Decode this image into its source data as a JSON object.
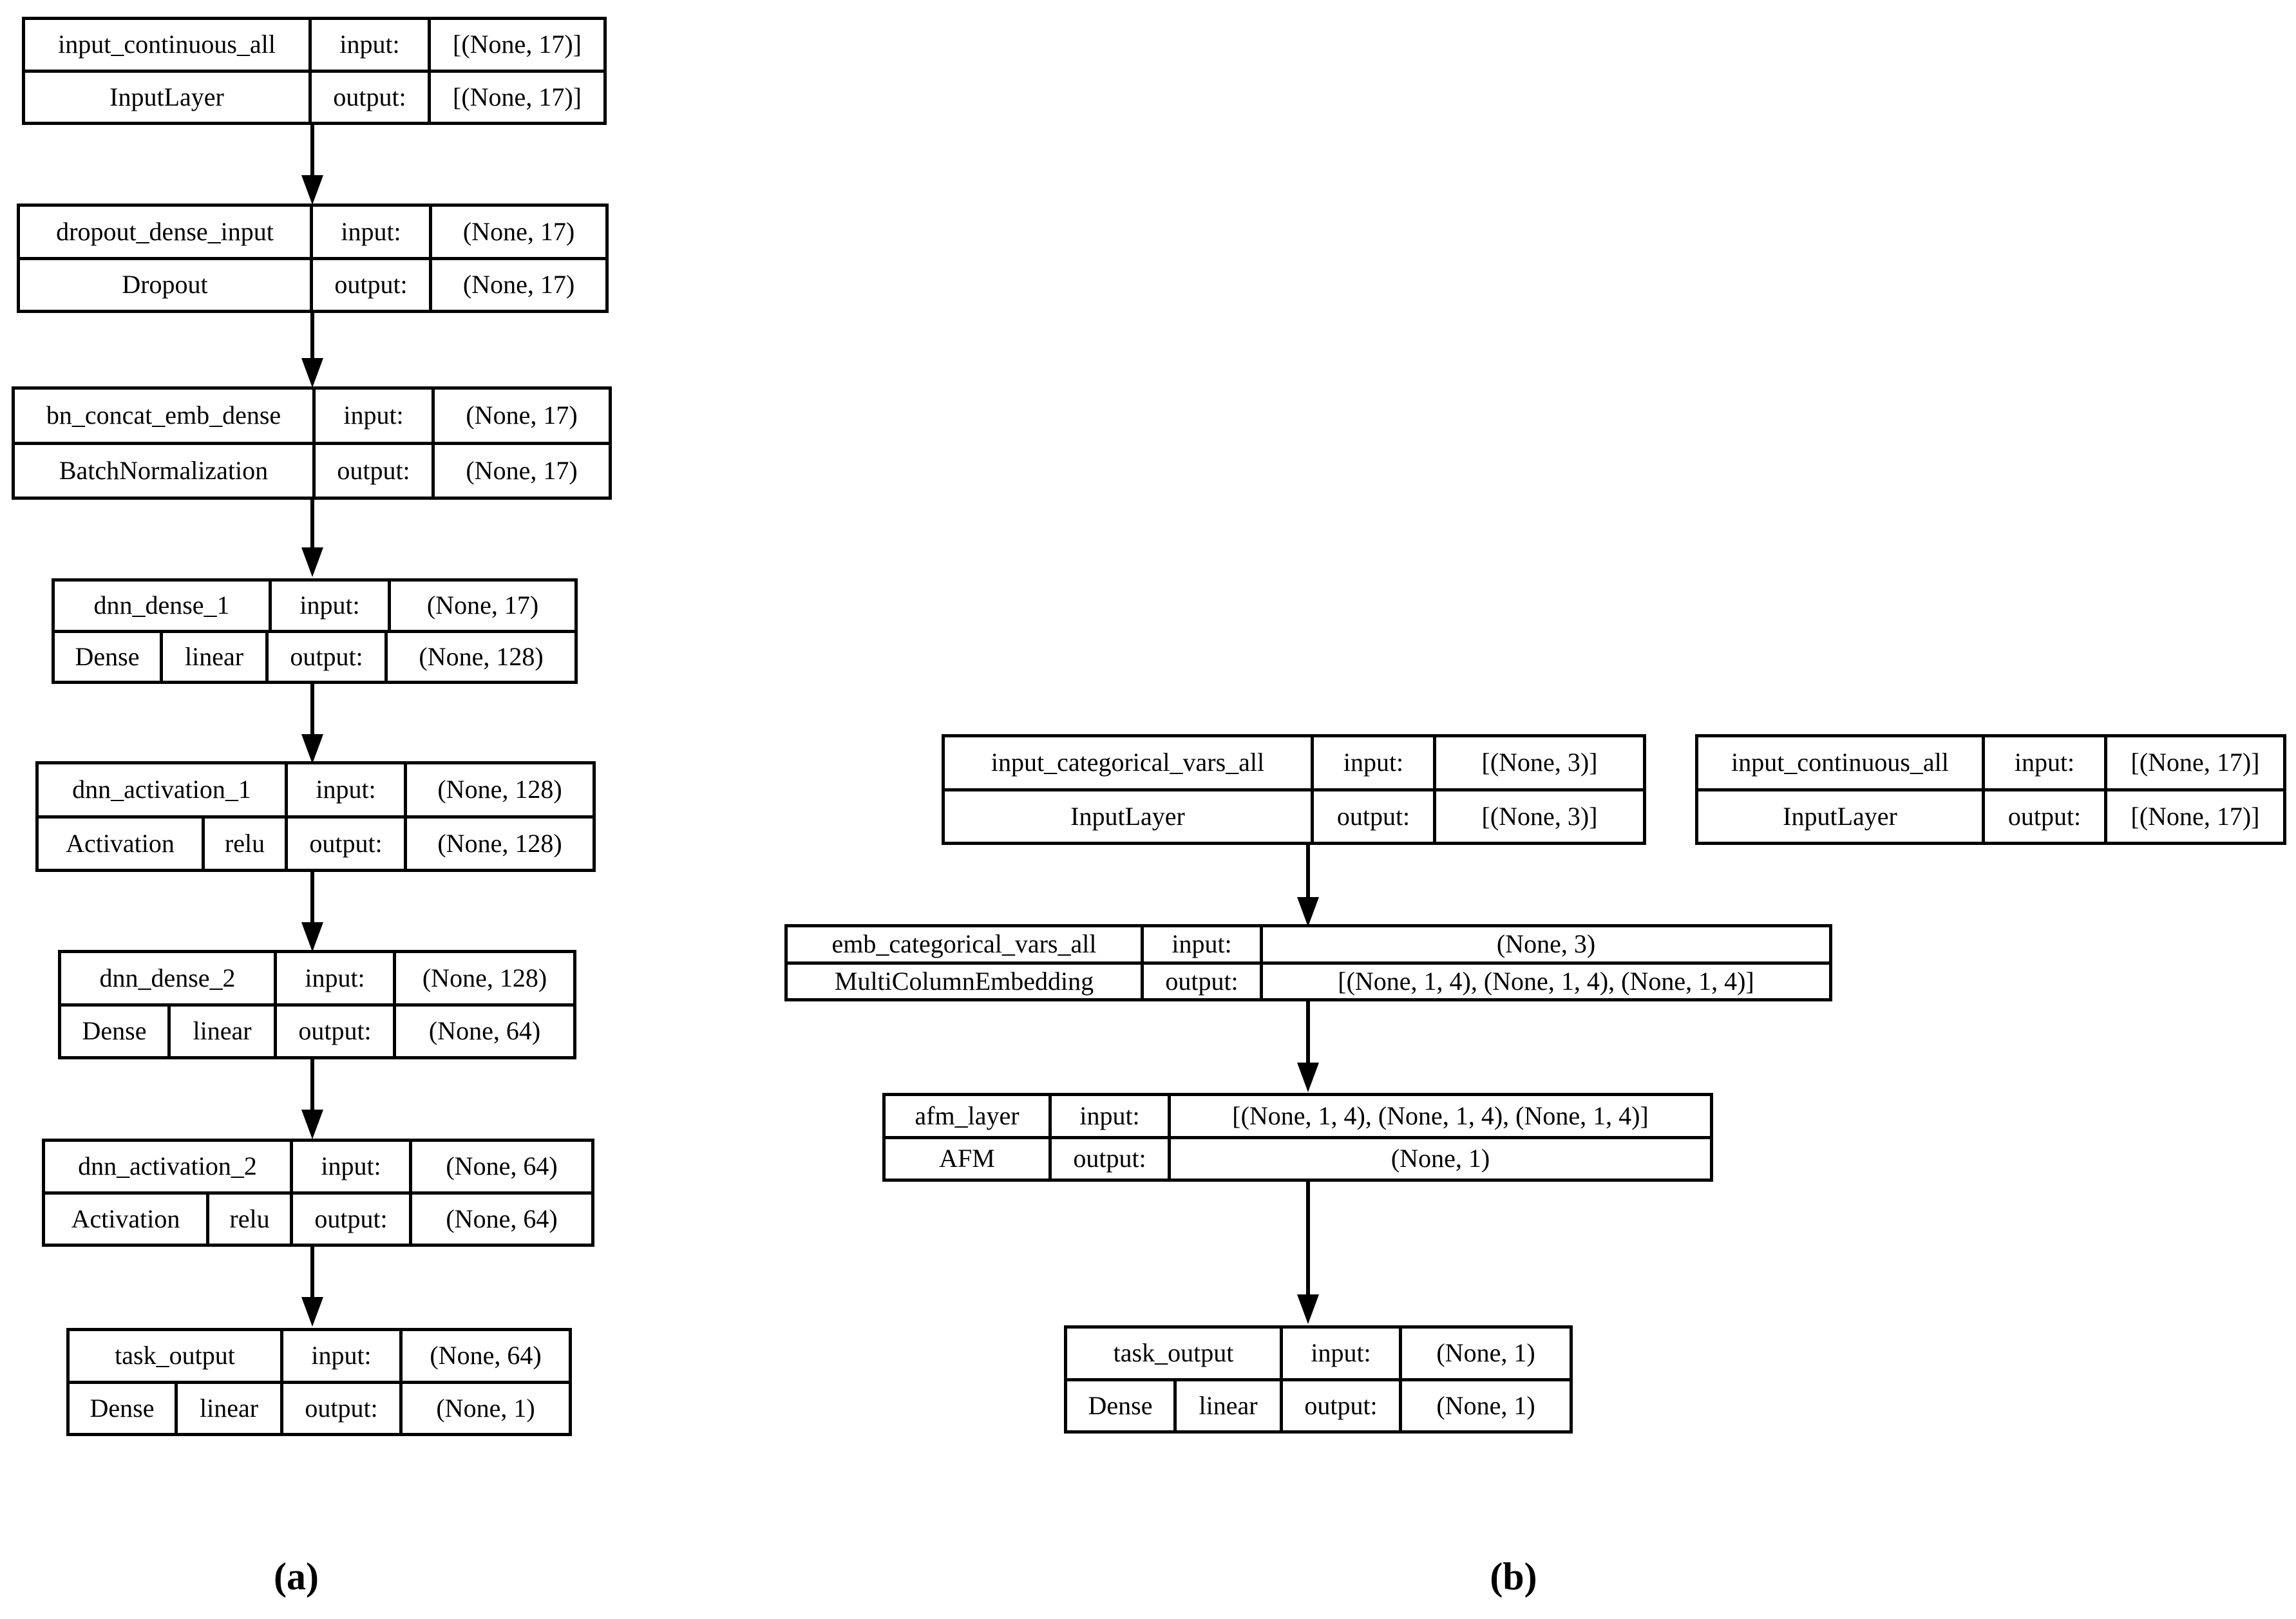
{
  "figure": {
    "type": "neural-network-architecture-diagram",
    "background_color": "#ffffff",
    "line_color": "#000000",
    "panels": [
      {
        "id": "a",
        "caption": "(a)"
      },
      {
        "id": "b",
        "caption": "(b)"
      }
    ]
  },
  "labels": {
    "input": "input:",
    "output": "output:",
    "caption_a": "(a)",
    "caption_b": "(b)"
  },
  "panel_a": {
    "caption": "(a)",
    "nodes": [
      {
        "id": "input_continuous_all",
        "name": "input_continuous_all",
        "class_name": "InputLayer",
        "activation": null,
        "input_label": "input:",
        "output_label": "output:",
        "input_shape": "[(None, 17)]",
        "output_shape": "[(None, 17)]"
      },
      {
        "id": "dropout_dense_input",
        "name": "dropout_dense_input",
        "class_name": "Dropout",
        "activation": null,
        "input_label": "input:",
        "output_label": "output:",
        "input_shape": "(None, 17)",
        "output_shape": "(None, 17)"
      },
      {
        "id": "bn_concat_emb_dense",
        "name": "bn_concat_emb_dense",
        "class_name": "BatchNormalization",
        "activation": null,
        "input_label": "input:",
        "output_label": "output:",
        "input_shape": "(None, 17)",
        "output_shape": "(None, 17)"
      },
      {
        "id": "dnn_dense_1",
        "name": "dnn_dense_1",
        "class_name": "Dense",
        "activation": "linear",
        "input_label": "input:",
        "output_label": "output:",
        "input_shape": "(None, 17)",
        "output_shape": "(None, 128)"
      },
      {
        "id": "dnn_activation_1",
        "name": "dnn_activation_1",
        "class_name": "Activation",
        "activation": "relu",
        "input_label": "input:",
        "output_label": "output:",
        "input_shape": "(None, 128)",
        "output_shape": "(None, 128)"
      },
      {
        "id": "dnn_dense_2",
        "name": "dnn_dense_2",
        "class_name": "Dense",
        "activation": "linear",
        "input_label": "input:",
        "output_label": "output:",
        "input_shape": "(None, 128)",
        "output_shape": "(None, 64)"
      },
      {
        "id": "dnn_activation_2",
        "name": "dnn_activation_2",
        "class_name": "Activation",
        "activation": "relu",
        "input_label": "input:",
        "output_label": "output:",
        "input_shape": "(None, 64)",
        "output_shape": "(None, 64)"
      },
      {
        "id": "task_output_a",
        "name": "task_output",
        "class_name": "Dense",
        "activation": "linear",
        "input_label": "input:",
        "output_label": "output:",
        "input_shape": "(None, 64)",
        "output_shape": "(None, 1)"
      }
    ],
    "edges": [
      {
        "from": "input_continuous_all",
        "to": "dropout_dense_input"
      },
      {
        "from": "dropout_dense_input",
        "to": "bn_concat_emb_dense"
      },
      {
        "from": "bn_concat_emb_dense",
        "to": "dnn_dense_1"
      },
      {
        "from": "dnn_dense_1",
        "to": "dnn_activation_1"
      },
      {
        "from": "dnn_activation_1",
        "to": "dnn_dense_2"
      },
      {
        "from": "dnn_dense_2",
        "to": "dnn_activation_2"
      },
      {
        "from": "dnn_activation_2",
        "to": "task_output_a"
      }
    ]
  },
  "panel_b": {
    "caption": "(b)",
    "nodes": [
      {
        "id": "input_categorical_vars_all",
        "name": "input_categorical_vars_all",
        "class_name": "InputLayer",
        "activation": null,
        "input_label": "input:",
        "output_label": "output:",
        "input_shape": "[(None, 3)]",
        "output_shape": "[(None, 3)]"
      },
      {
        "id": "input_continuous_all_b",
        "name": "input_continuous_all",
        "class_name": "InputLayer",
        "activation": null,
        "input_label": "input:",
        "output_label": "output:",
        "input_shape": "[(None, 17)]",
        "output_shape": "[(None, 17)]"
      },
      {
        "id": "emb_categorical_vars_all",
        "name": "emb_categorical_vars_all",
        "class_name": "MultiColumnEmbedding",
        "activation": null,
        "input_label": "input:",
        "output_label": "output:",
        "input_shape": "(None, 3)",
        "output_shape": "[(None, 1, 4), (None, 1, 4), (None, 1, 4)]"
      },
      {
        "id": "afm_layer",
        "name": "afm_layer",
        "class_name": "AFM",
        "activation": null,
        "input_label": "input:",
        "output_label": "output:",
        "input_shape": "[(None, 1, 4), (None, 1, 4), (None, 1, 4)]",
        "output_shape": "(None, 1)"
      },
      {
        "id": "task_output_b",
        "name": "task_output",
        "class_name": "Dense",
        "activation": "linear",
        "input_label": "input:",
        "output_label": "output:",
        "input_shape": "(None, 1)",
        "output_shape": "(None, 1)"
      }
    ],
    "edges": [
      {
        "from": "input_categorical_vars_all",
        "to": "emb_categorical_vars_all"
      },
      {
        "from": "emb_categorical_vars_all",
        "to": "afm_layer"
      },
      {
        "from": "afm_layer",
        "to": "task_output_b"
      }
    ]
  }
}
